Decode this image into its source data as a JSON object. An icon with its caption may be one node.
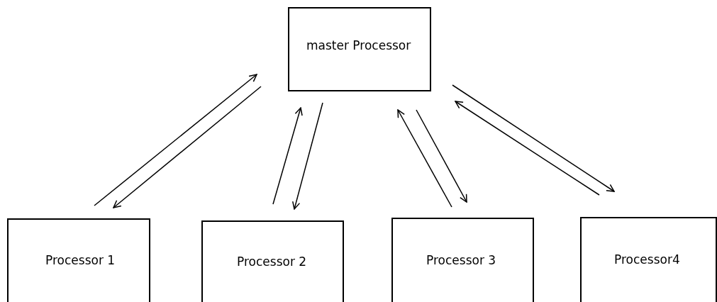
{
  "diagram": {
    "nodes": [
      {
        "text": [
          "master Processor"
        ]
      },
      {
        "text": [
          "Processor 1"
        ]
      },
      {
        "text": [
          "Processor 2"
        ]
      },
      {
        "text": [
          "Processor 3"
        ]
      },
      {
        "text": [
          "Processor4"
        ]
      }
    ],
    "edges": [
      {
        "from": 1,
        "to": 0,
        "arrow": "to"
      },
      {
        "from": 0,
        "to": 1,
        "arrow": "to"
      },
      {
        "from": 2,
        "to": 0,
        "arrow": "to"
      },
      {
        "from": 0,
        "to": 2,
        "arrow": "to"
      },
      {
        "from": 3,
        "to": 0,
        "arrow": "to"
      },
      {
        "from": 0,
        "to": 3,
        "arrow": "to"
      },
      {
        "from": 0,
        "to": 4,
        "arrow": "to"
      },
      {
        "from": 4,
        "to": 0,
        "arrow": "to"
      }
    ]
  }
}
